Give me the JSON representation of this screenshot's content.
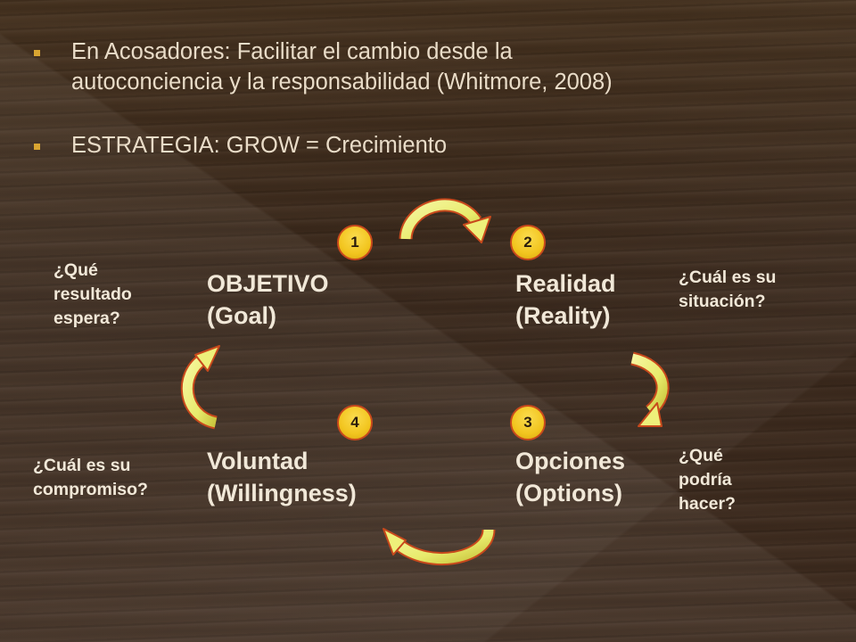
{
  "bullets": [
    {
      "line1": "En Acosadores: Facilitar el cambio desde la",
      "line2": "autoconciencia y la responsabilidad (Whitmore, 2008)"
    },
    {
      "line1": "ESTRATEGIA: GROW = Crecimiento"
    }
  ],
  "nodes": {
    "goal": {
      "title": "OBJETIVO",
      "subtitle": "(Goal)",
      "number": "1"
    },
    "reality": {
      "title": "Realidad",
      "subtitle": "(Reality)",
      "number": "2"
    },
    "options": {
      "title": "Opciones",
      "subtitle": "(Options)",
      "number": "3"
    },
    "will": {
      "title": "Voluntad",
      "subtitle": "(Willingness)",
      "number": "4"
    }
  },
  "questions": {
    "goal": [
      "¿Qué",
      "resultado",
      "espera?"
    ],
    "reality": [
      "¿Cuál es su",
      "situación?"
    ],
    "options": [
      "¿Qué",
      "podría",
      "hacer?"
    ],
    "will": [
      "¿Cuál es su",
      "compromiso?"
    ]
  },
  "colors": {
    "accent": "#d9a531",
    "badge_fill": "#f2c51f",
    "badge_border": "#c8491c",
    "arrow_fill": "#eef07a",
    "text": "#f1e8d8"
  }
}
